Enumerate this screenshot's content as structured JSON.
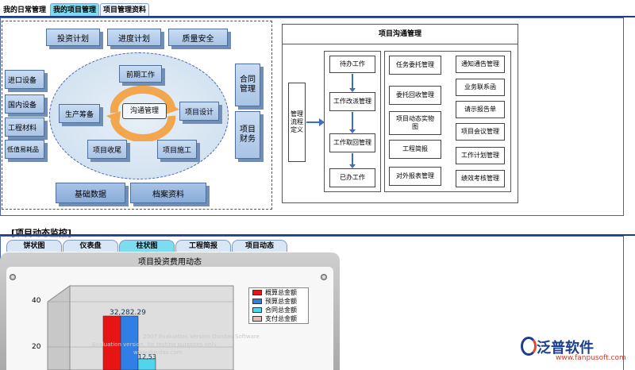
{
  "top_tabs": [
    "我的日常管理",
    "我的项目管理",
    "项目管理资料"
  ],
  "left_panel": {
    "top_buttons": [
      "投资计划",
      "进度计划",
      "质量安全"
    ],
    "left_buttons": [
      "进口设备",
      "国内设备",
      "工程材料",
      "低值易耗品"
    ],
    "right_buttons": [
      "合同管理",
      "项目财务"
    ],
    "bottom_buttons": [
      "基础数据",
      "档案资料"
    ],
    "center_label": "沟通管理",
    "cycle_buttons": [
      "前期工作",
      "生产筹备",
      "项目设计",
      "项目收尾",
      "项目施工"
    ]
  },
  "flow_panel": {
    "title": "项目沟通管理",
    "left_box": "管理流程定义",
    "col1": [
      "待办工作",
      "工作改派管理",
      "工作取回管理",
      "已办工作"
    ],
    "col2": [
      "任务委托管理",
      "委托回收管理",
      "项目动态实物图",
      "工程简报",
      "对外报表管理"
    ],
    "col3": [
      "通知通告管理",
      "业务联系函",
      "请示报告单",
      "项目会议管理",
      "工作计划管理",
      "绩效考核管理"
    ]
  },
  "monitor": {
    "title": "[项目动态监控]",
    "tabs": [
      "饼状图",
      "仪表盘",
      "柱状图",
      "工程简报",
      "项目动态"
    ],
    "active_tab": "柱状图"
  },
  "chart_data": {
    "type": "bar",
    "title": "项目投资费用动态",
    "y_ticks": [
      40,
      20
    ],
    "series": [
      {
        "name": "概算总金额",
        "color": "#e81414"
      },
      {
        "name": "预算总金额",
        "color": "#2f7fe6"
      },
      {
        "name": "合同总金额",
        "color": "#4fd6ee"
      },
      {
        "name": "支付总金额",
        "color": "#f0b8b8"
      }
    ],
    "data_label": "32,282.29",
    "data_label2": "12,53"
  },
  "brand": {
    "name": "泛普软件",
    "url": "www.fanpusoft.com"
  },
  "watermark": [
    "2007 Evaluation Version Dundas Software",
    "Evaluation version, for testing purposes only",
    "www.dundas.com"
  ],
  "colors": {
    "accent": "#1c3d8c",
    "tab_active": "#7ddcf0",
    "button": "#b5cdeb"
  }
}
